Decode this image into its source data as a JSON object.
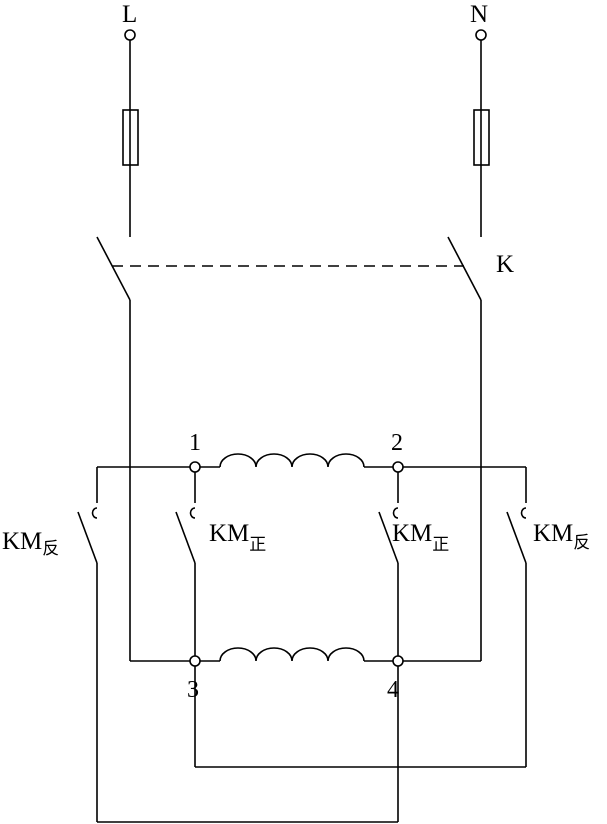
{
  "terminals": {
    "line": "L",
    "neutral": "N"
  },
  "switch": {
    "label": "K"
  },
  "winding_nodes": {
    "n1": "1",
    "n2": "2",
    "n3": "3",
    "n4": "4"
  },
  "contacts": {
    "reverse_left": {
      "main": "KM",
      "sub": "反"
    },
    "forward_left": {
      "main": "KM",
      "sub": "正"
    },
    "forward_right": {
      "main": "KM",
      "sub": "正"
    },
    "reverse_right": {
      "main": "KM",
      "sub": "反"
    }
  }
}
